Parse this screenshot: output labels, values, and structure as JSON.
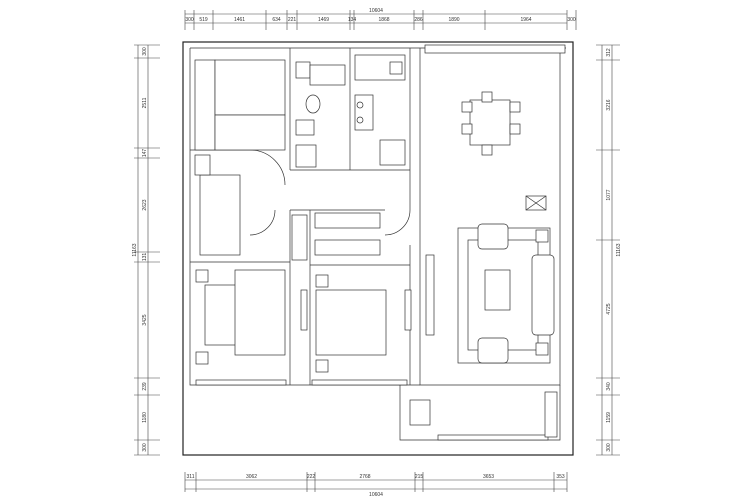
{
  "plan": {
    "dimensions": {
      "top_total": "10604",
      "top": [
        "300",
        "519",
        "1461",
        "634",
        "221",
        "1469",
        "134",
        "1868",
        "286",
        "1890",
        "1964",
        "300"
      ],
      "bottom_total": "10604",
      "bottom": [
        "311",
        "3062",
        "222",
        "2768",
        "215",
        "3653",
        "353"
      ],
      "left_total": "11163",
      "left": [
        "300",
        "2511",
        "147",
        "2623",
        "131",
        "3425",
        "239",
        "1180",
        "300"
      ],
      "right_total": "11163",
      "right": [
        "312",
        "3216",
        "1077",
        "4725",
        "340",
        "1159",
        "300"
      ]
    },
    "colors": {
      "line": "#222222",
      "background": "#ffffff"
    }
  }
}
